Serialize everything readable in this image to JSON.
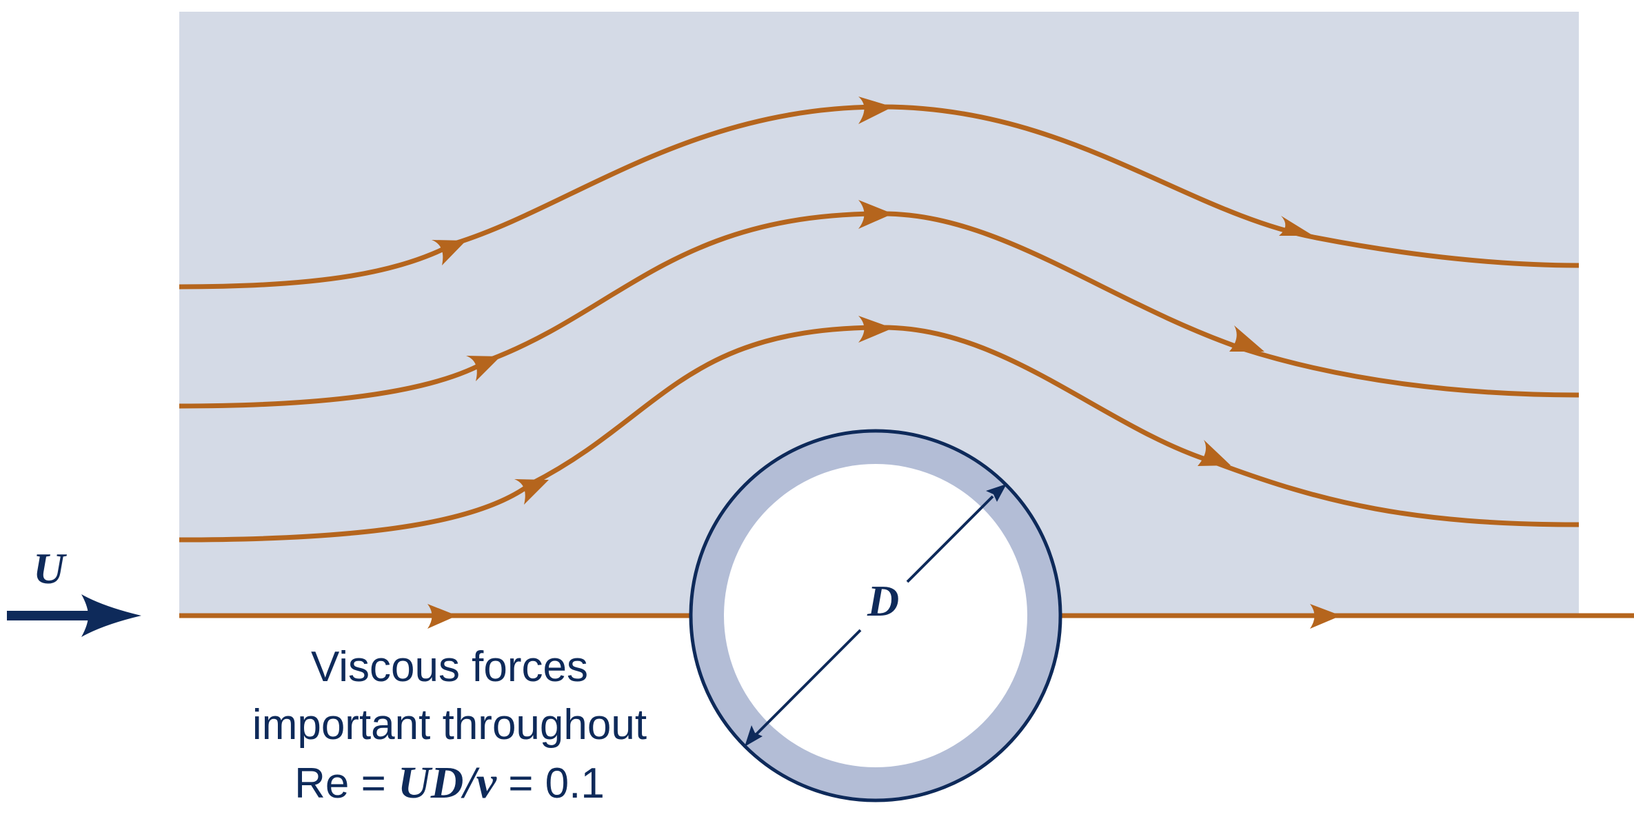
{
  "colors": {
    "flow_region": "#d4dae6",
    "streamline": "#b5651d",
    "cylinder_ring": "#b3bdd6",
    "cylinder_edge": "#0e2a5a",
    "text": "#0e2a5a"
  },
  "labels": {
    "velocity": "U",
    "diameter": "D"
  },
  "caption": {
    "line1": "Viscous forces",
    "line2": "important throughout",
    "line3_re": "Re = ",
    "line3_expr": "UD/ν",
    "line3_value": " = 0.1"
  }
}
